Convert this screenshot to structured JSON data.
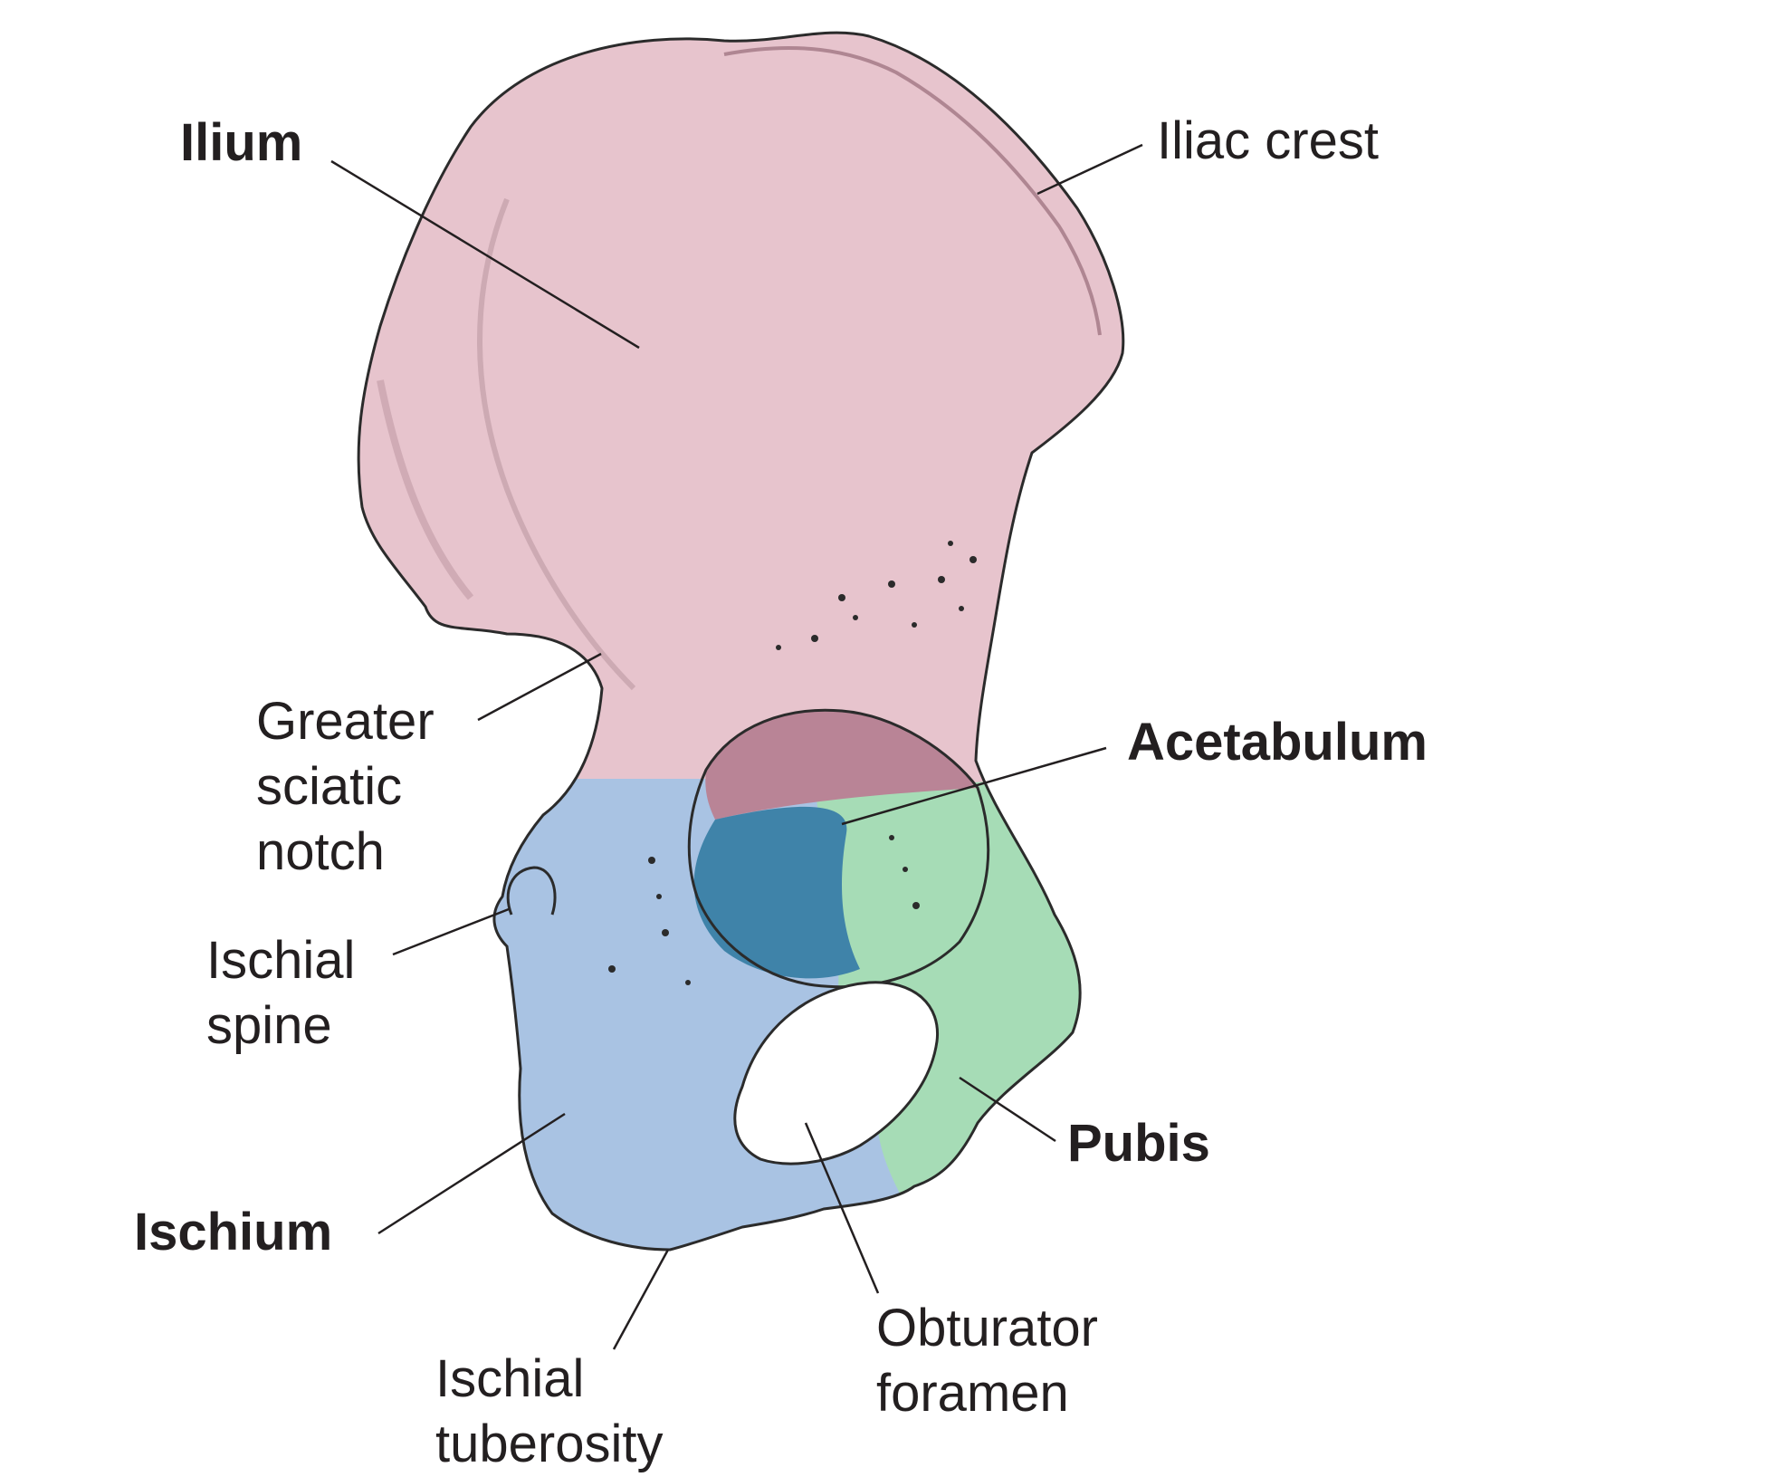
{
  "colors": {
    "ilium": "#e7c4cd",
    "ischium": "#a9c3e3",
    "pubis": "#a6dcb6",
    "acetabulum_ilium": "#b98496",
    "acetabulum_ischium": "#3f83a9",
    "outline": "#2b2b2b",
    "leader": "#231f20",
    "text": "#231f20"
  },
  "labels": {
    "ilium": "Ilium",
    "iliac_crest": "Iliac crest",
    "greater_sciatic_notch": [
      "Greater",
      "sciatic",
      "notch"
    ],
    "acetabulum": "Acetabulum",
    "ischial_spine": [
      "Ischial",
      "spine"
    ],
    "pubis": "Pubis",
    "ischium": "Ischium",
    "ischial_tuberosity": [
      "Ischial",
      "tuberosity"
    ],
    "obturator_foramen": [
      "Obturator",
      "foramen"
    ]
  }
}
